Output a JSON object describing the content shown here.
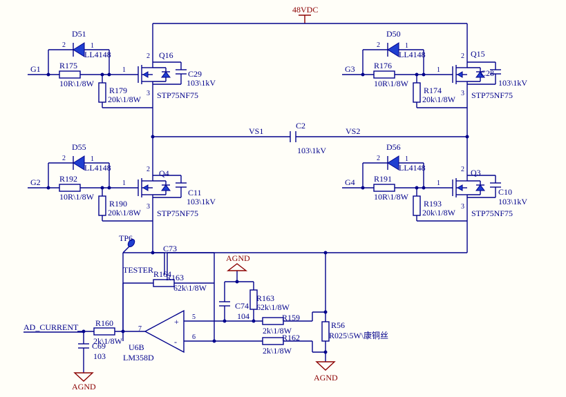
{
  "nets": {
    "vdc": "48VDC",
    "vs1": "VS1",
    "vs2": "VS2",
    "g1": "G1",
    "g2": "G2",
    "g3": "G3",
    "g4": "G4",
    "ad_current": "AD_CURRENT",
    "tester": "TESTER",
    "tp": "TP6"
  },
  "grounds": {
    "g_top": "AGND",
    "g_left": "AGND",
    "g_right": "AGND"
  },
  "mosfets": [
    {
      "ref": "Q16",
      "part": "STP75NF75"
    },
    {
      "ref": "Q15",
      "part": "STP75NF75"
    },
    {
      "ref": "Q4",
      "part": "STP75NF75"
    },
    {
      "ref": "Q3",
      "part": "STP75NF75"
    }
  ],
  "diodes": [
    {
      "ref": "D51",
      "part": "LL4148"
    },
    {
      "ref": "D50",
      "part": "LL4148"
    },
    {
      "ref": "D55",
      "part": "LL4148"
    },
    {
      "ref": "D56",
      "part": "LL4148"
    }
  ],
  "gate_resistors": [
    {
      "ref": "R175",
      "value": "10R\\1/8W"
    },
    {
      "ref": "R176",
      "value": "10R\\1/8W"
    },
    {
      "ref": "R192",
      "value": "10R\\1/8W"
    },
    {
      "ref": "R191",
      "value": "10R\\1/8W"
    }
  ],
  "pulldown_resistors": [
    {
      "ref": "R179",
      "value": "20k\\1/8W"
    },
    {
      "ref": "R174",
      "value": "20k\\1/8W"
    },
    {
      "ref": "R190",
      "value": "20k\\1/8W"
    },
    {
      "ref": "R193",
      "value": "20k\\1/8W"
    }
  ],
  "snubber_caps": [
    {
      "ref": "C29",
      "value": "103\\1kV"
    },
    {
      "ref": "C28",
      "value": "103\\1kV"
    },
    {
      "ref": "C11",
      "value": "103\\1kV"
    },
    {
      "ref": "C10",
      "value": "103\\1kV"
    }
  ],
  "c2": {
    "ref": "C2",
    "value": "103\\1kV"
  },
  "pins": {
    "one": "1",
    "two": "2",
    "three": "3",
    "five": "5",
    "six": "6",
    "seven": "7",
    "plus": "+",
    "minus": "-"
  },
  "amp": {
    "c73": "C73",
    "r164": "R164",
    "r163_overlap": "R163",
    "r164_value": "62k\\1/8W",
    "r163": "R163",
    "r163_value": "62k\\1/8W",
    "c74": "C74",
    "c74_value": "104",
    "r159": "R159",
    "r159_value": "2k\\1/8W",
    "r162": "R162",
    "r162_value": "2k\\1/8W",
    "r56": "R56",
    "r56_value": "R025\\5W\\康铜丝",
    "r160": "R160",
    "r160_value": "2k\\1/8W",
    "c69": "C69",
    "c69_value": "103",
    "u6b": "U6B",
    "u6b_part": "LM358D"
  }
}
